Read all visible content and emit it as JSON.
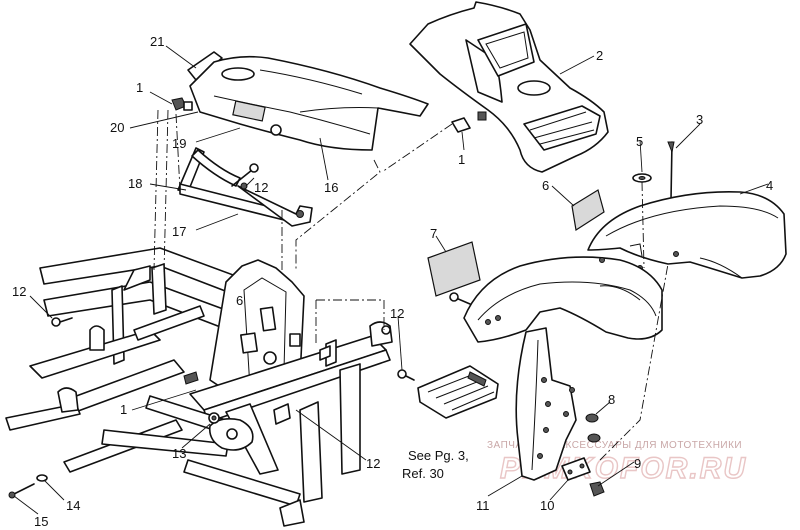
{
  "callouts": [
    {
      "id": "c21",
      "label": "21"
    },
    {
      "id": "c1a",
      "label": "1"
    },
    {
      "id": "c20",
      "label": "20"
    },
    {
      "id": "c19",
      "label": "19"
    },
    {
      "id": "c18",
      "label": "18"
    },
    {
      "id": "c12a",
      "label": "12"
    },
    {
      "id": "c16",
      "label": "16"
    },
    {
      "id": "c17",
      "label": "17"
    },
    {
      "id": "c2",
      "label": "2"
    },
    {
      "id": "c1b",
      "label": "1"
    },
    {
      "id": "c3",
      "label": "3"
    },
    {
      "id": "c5",
      "label": "5"
    },
    {
      "id": "c4",
      "label": "4"
    },
    {
      "id": "c6",
      "label": "6"
    },
    {
      "id": "c7",
      "label": "7"
    },
    {
      "id": "c12b",
      "label": "12"
    },
    {
      "id": "c12c",
      "label": "12"
    },
    {
      "id": "c1c",
      "label": "1"
    },
    {
      "id": "c13",
      "label": "13"
    },
    {
      "id": "c12d",
      "label": "12"
    },
    {
      "id": "c8",
      "label": "8"
    },
    {
      "id": "c9",
      "label": "9"
    },
    {
      "id": "c10",
      "label": "10"
    },
    {
      "id": "c11",
      "label": "11"
    },
    {
      "id": "c14",
      "label": "14"
    },
    {
      "id": "c15",
      "label": "15"
    }
  ],
  "note": {
    "line1": "See Pg. 3,",
    "line2": "Ref.  30"
  },
  "frame_marks": {
    "plate_number": "6"
  },
  "watermark": {
    "caption": "ЗАПЧАСТИ И АКСЕССУАРЫ ДЛЯ МОТОТЕХНИКИ",
    "brand": "PEMKOFOR.RU"
  }
}
